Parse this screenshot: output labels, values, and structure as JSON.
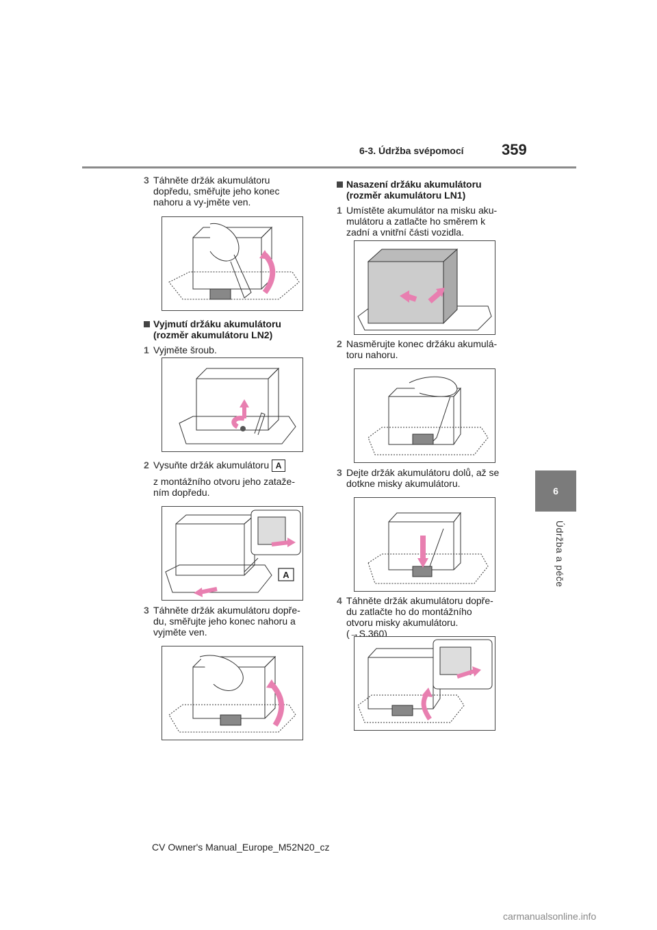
{
  "header": {
    "section": "6-3. Údržba svépomocí",
    "page": "359"
  },
  "side": {
    "tab": "6",
    "label": "Údržba a péče"
  },
  "left": {
    "step3a_num": "3",
    "step3a_text": "Táhněte držák akumulátoru dopředu, směřujte jeho konec nahoru a vy-jměte ven.",
    "heading_ln2": "Vyjmutí držáku akumulátoru (rozměr akumulátoru LN2)",
    "step1_num": "1",
    "step1_text": "Vyjměte šroub.",
    "step2_num": "2",
    "step2_text": "Vysuňte držák akumulátoru",
    "badge_a": "A",
    "step2_cont": "z montážního otvoru jeho zataže-ním dopředu.",
    "step3b_num": "3",
    "step3b_text": "Táhněte držák akumulátoru dopře-du, směřujte jeho konec nahoru a vyjměte ven."
  },
  "right": {
    "heading_ln1": "Nasazení držáku akumulátoru (rozměr akumulátoru LN1)",
    "step1_num": "1",
    "step1_text": "Umístěte akumulátor na misku aku-mulátoru a zatlačte ho směrem k zadní a vnitřní části vozidla.",
    "step2_num": "2",
    "step2_text": "Nasměrujte konec držáku akumulá-toru nahoru.",
    "step3_num": "3",
    "step3_text": "Dejte držák akumulátoru dolů, až se dotkne misky akumulátoru.",
    "step4_num": "4",
    "step4_text": "Táhněte držák akumulátoru dopře-du zatlačte ho do montážního otvoru misky akumulátoru. (→S.360)"
  },
  "figures": {
    "fig_label_a": "A"
  },
  "colors": {
    "arrow": "#e87fb0",
    "battery": "#cccccc",
    "rule": "#8a8a8a",
    "tab": "#7b7b7b"
  },
  "footer": {
    "manual": "CV Owner's Manual_Europe_M52N20_cz"
  },
  "watermark": {
    "text": "carmanualsonline.info"
  }
}
